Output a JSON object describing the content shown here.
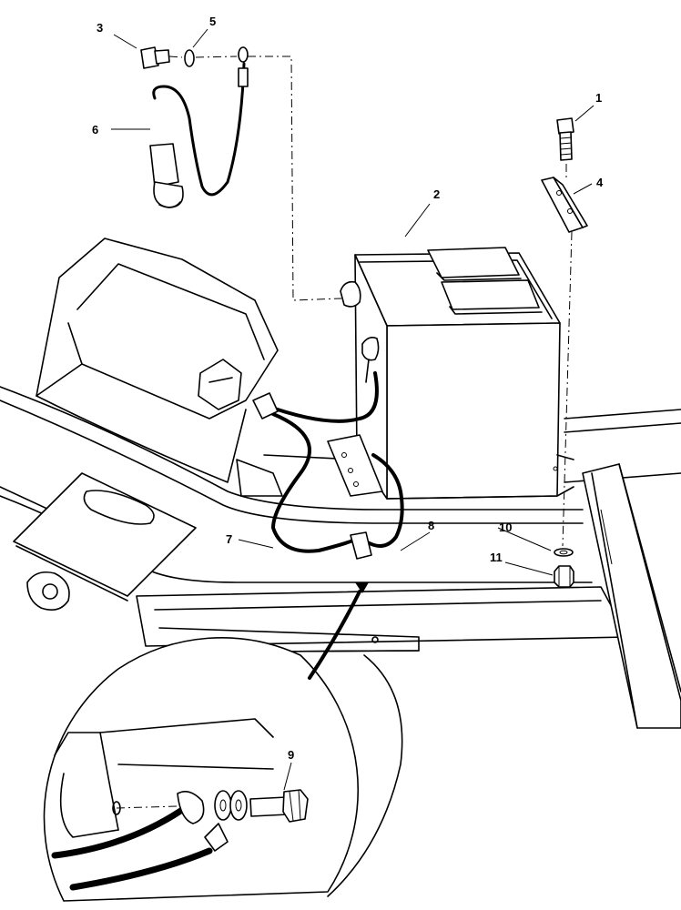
{
  "callouts": {
    "n1": "1",
    "n2": "2",
    "n3": "3",
    "n4": "4",
    "n5": "5",
    "n6": "6",
    "n7": "7",
    "n8": "8",
    "n9": "9",
    "n10": "10",
    "n11": "11"
  },
  "colors": {
    "ink": "#000000",
    "paper": "#ffffff"
  }
}
